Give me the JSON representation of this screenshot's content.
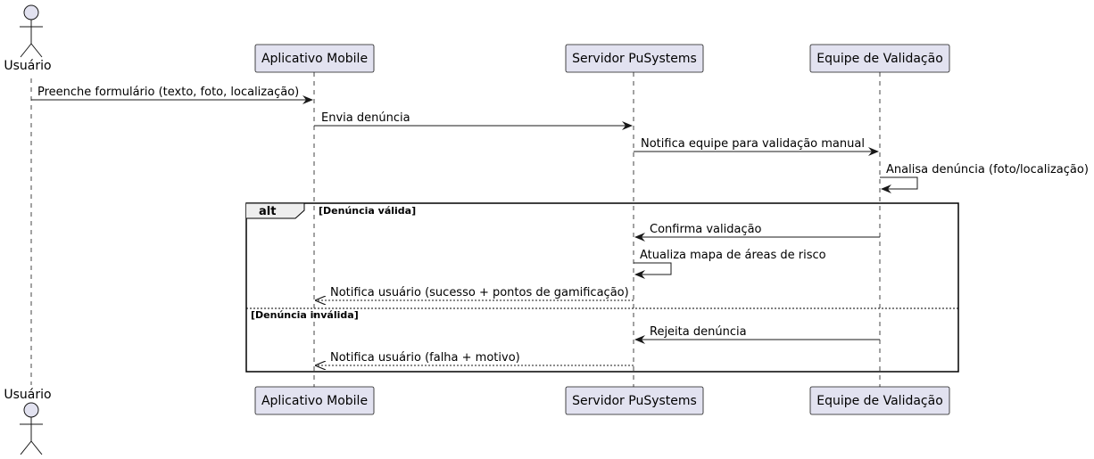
{
  "colors": {
    "participant_fill": "#E2E2F0",
    "participant_stroke": "#181818",
    "lifeline": "#181818",
    "frame": "#000000",
    "background": "#FFFFFF"
  },
  "participants": {
    "user": {
      "label": "Usuário",
      "kind": "actor"
    },
    "mobile": {
      "label": "Aplicativo Mobile",
      "kind": "box"
    },
    "server": {
      "label": "Servidor PuSystems",
      "kind": "box"
    },
    "team": {
      "label": "Equipe de Validação",
      "kind": "box"
    }
  },
  "messages": {
    "m1": "Preenche formulário (texto, foto, localização)",
    "m2": "Envia denúncia",
    "m3": "Notifica equipe para validação manual",
    "m4": "Analisa denúncia (foto/localização)",
    "m5": "Confirma validação",
    "m6": "Atualiza mapa de áreas de risco",
    "m7": "Notifica usuário (sucesso + pontos de gamificação)",
    "m8": "Rejeita denúncia",
    "m9": "Notifica usuário (falha + motivo)"
  },
  "alt_frame": {
    "keyword": "alt",
    "guard_1": "[Denúncia válida]",
    "guard_2": "[Denúncia inválida]"
  }
}
